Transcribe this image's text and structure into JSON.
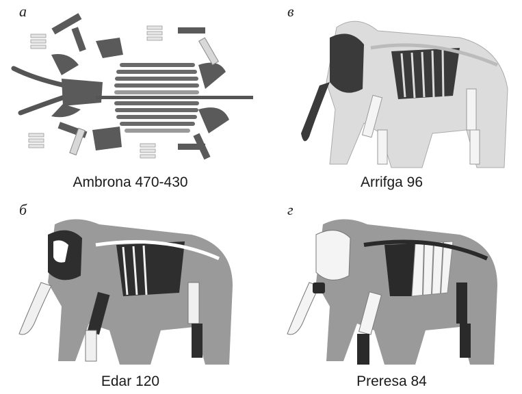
{
  "panels": [
    {
      "letter": "а",
      "caption": "Ambrona 470-430"
    },
    {
      "letter": "в",
      "caption": "Arrifga 96"
    },
    {
      "letter": "б",
      "caption": "Edar 120"
    },
    {
      "letter": "г",
      "caption": "Preresa 84"
    }
  ],
  "colors": {
    "dark_bone": "#3a3a3a",
    "mid_bone": "#6e6e6e",
    "light_bone": "#e6e6e6",
    "body_light": "#dcdcdc",
    "body_mid": "#9a9a9a",
    "outline": "#555555"
  }
}
